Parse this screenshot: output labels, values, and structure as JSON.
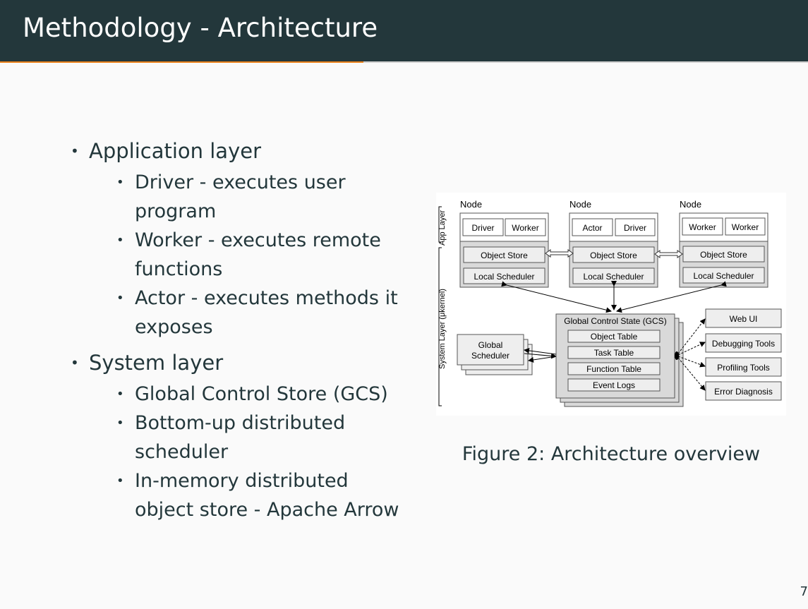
{
  "slide": {
    "title": "Methodology - Architecture",
    "page_number": "7"
  },
  "bullets": [
    {
      "text": "Application layer",
      "items": [
        "Driver - executes user program",
        "Worker - executes remote functions",
        "Actor - executes methods it exposes"
      ]
    },
    {
      "text": "System layer",
      "items": [
        "Global Control Store (GCS)",
        "Bottom-up distributed scheduler",
        "In-memory distributed object store - Apache Arrow"
      ]
    }
  ],
  "figure": {
    "caption_label": "Figure 2:",
    "caption_text": "Architecture overview",
    "app_layer_label": "App Layer",
    "system_layer_label": "System Layer (μkernel)",
    "nodes": [
      {
        "label": "Node",
        "workers": [
          "Driver",
          "Worker"
        ],
        "object_store": "Object Store",
        "local_scheduler": "Local Scheduler"
      },
      {
        "label": "Node",
        "workers": [
          "Actor",
          "Driver"
        ],
        "object_store": "Object Store",
        "local_scheduler": "Local Scheduler"
      },
      {
        "label": "Node",
        "workers": [
          "Worker",
          "Worker"
        ],
        "object_store": "Object Store",
        "local_scheduler": "Local Scheduler"
      }
    ],
    "global_scheduler": [
      "Global",
      "Scheduler"
    ],
    "gcs": {
      "title": "Global Control State (GCS)",
      "tables": [
        "Object Table",
        "Task Table",
        "Function Table",
        "Event Logs"
      ]
    },
    "tools": [
      "Web UI",
      "Debugging Tools",
      "Profiling Tools",
      "Error Diagnosis"
    ]
  }
}
